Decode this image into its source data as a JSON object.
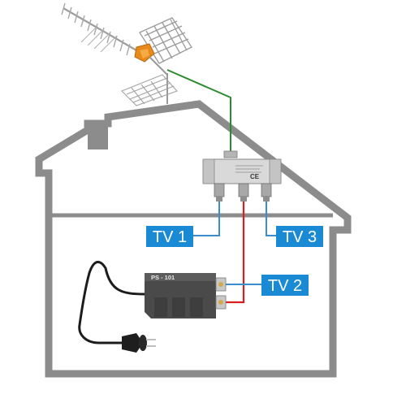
{
  "labels": {
    "tv1": "TV 1",
    "tv2": "TV 2",
    "tv3": "TV 3",
    "power_supply": "PS - 101"
  },
  "colors": {
    "house_outline": "#8a8a8a",
    "label_fill": "#1a8ad4",
    "antenna_cable": "#2e8b2e",
    "tv2_cable": "#d42020",
    "tv1_tv3_cable": "#3a8ed0",
    "power_supply_body": "#4a4a4a",
    "antenna_amp": "#e88a1a"
  },
  "icons": {
    "antenna": "yagi-antenna-icon",
    "splitter": "3-way-splitter-icon",
    "power_supply": "power-supply-unit-icon",
    "plug": "euro-plug-icon"
  }
}
